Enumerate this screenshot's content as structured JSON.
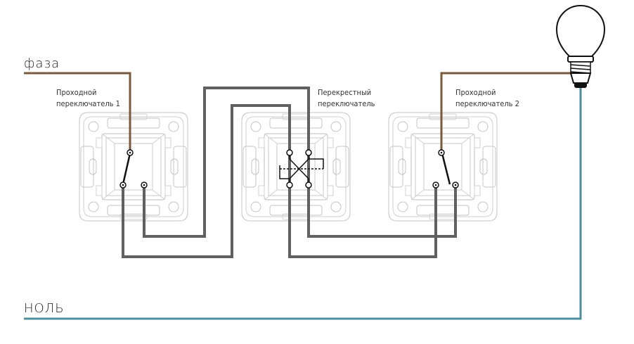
{
  "labels": {
    "phase": "фаза",
    "neutral": "НОЛЬ",
    "switch1": [
      "Проходной",
      "переключатель 1"
    ],
    "cross": [
      "Перекрестный",
      "переключатель"
    ],
    "switch2": [
      "Проходной",
      "переключатель 2"
    ]
  },
  "colors": {
    "phase_wire": "#7a5a3c",
    "neutral_wire": "#4d8f9c",
    "traveler_wire": "#606060",
    "switch_outline": "#bdbdbd"
  }
}
